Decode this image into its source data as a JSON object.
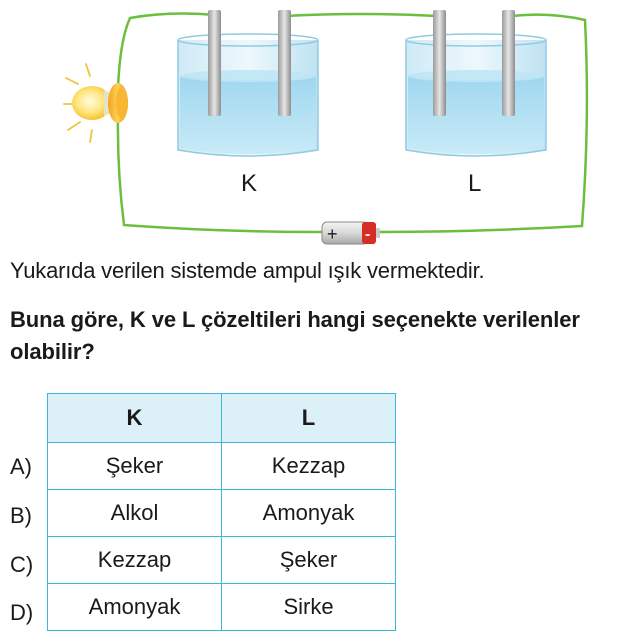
{
  "diagram": {
    "beaker_labels": [
      "K",
      "L"
    ],
    "battery": {
      "plus_sign": "+",
      "minus_sign": "-"
    },
    "colors": {
      "wire": "#6abf3d",
      "solution": "#a9dcf1",
      "bulb": "#f5c12a",
      "battery_cap": "#d62e24"
    }
  },
  "question": {
    "intro": "Yukarıda verilen sistemde ampul ışık vermektedir.",
    "prompt": "Buna göre, K ve L çözeltileri hangi seçenekte verilenler olabilir?"
  },
  "table": {
    "headers": [
      "K",
      "L"
    ],
    "rows": [
      {
        "letter": "A)",
        "k": "Şeker",
        "l": "Kezzap"
      },
      {
        "letter": "B)",
        "k": "Alkol",
        "l": "Amonyak"
      },
      {
        "letter": "C)",
        "k": "Kezzap",
        "l": "Şeker"
      },
      {
        "letter": "D)",
        "k": "Amonyak",
        "l": "Sirke"
      }
    ]
  }
}
